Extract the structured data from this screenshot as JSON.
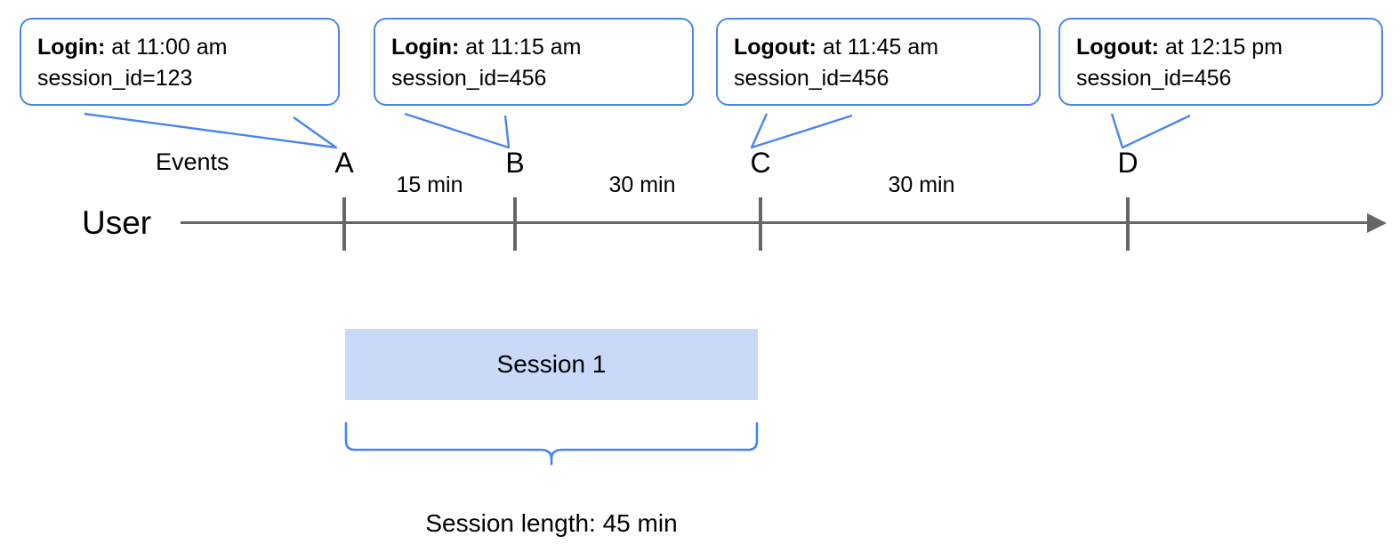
{
  "diagram": {
    "lane_labels": {
      "events": "Events",
      "user": "User"
    },
    "callouts": [
      {
        "event_name": "Login:",
        "time_text": " at 11:00 am",
        "session_text": "session_id=123"
      },
      {
        "event_name": "Login:",
        "time_text": " at 11:15 am",
        "session_text": "session_id=456"
      },
      {
        "event_name": "Logout:",
        "time_text": " at 11:45 am",
        "session_text": "session_id=456"
      },
      {
        "event_name": "Logout:",
        "time_text": " at 12:15 pm",
        "session_text": "session_id=456"
      }
    ],
    "ticks": [
      {
        "label": "A"
      },
      {
        "label": "B"
      },
      {
        "label": "C"
      },
      {
        "label": "D"
      }
    ],
    "gaps": [
      {
        "label": "15 min"
      },
      {
        "label": "30 min"
      },
      {
        "label": "30 min"
      }
    ],
    "session": {
      "bar_label": "Session 1",
      "length_caption": "Session length: 45 min"
    },
    "colors": {
      "accent_blue": "#4a86e8",
      "session_fill": "#c9daf8",
      "axis_gray": "#666666"
    }
  },
  "chart_data": {
    "type": "timeline",
    "title": "",
    "series": [
      {
        "name": "User events",
        "points": [
          {
            "tick": "A",
            "event": "Login",
            "time": "11:00 am",
            "session_id": "123"
          },
          {
            "tick": "B",
            "event": "Login",
            "time": "11:15 am",
            "session_id": "456"
          },
          {
            "tick": "C",
            "event": "Logout",
            "time": "11:45 am",
            "session_id": "456"
          },
          {
            "tick": "D",
            "event": "Logout",
            "time": "12:15 pm",
            "session_id": "456"
          }
        ]
      }
    ],
    "intervals": [
      {
        "from": "A",
        "to": "B",
        "label": "15 min"
      },
      {
        "from": "B",
        "to": "C",
        "label": "30 min"
      },
      {
        "from": "C",
        "to": "D",
        "label": "30 min"
      }
    ],
    "spans": [
      {
        "name": "Session 1",
        "from": "A",
        "to": "C",
        "length": "45 min"
      }
    ],
    "xlabel": "",
    "ylabel": "",
    "grid": false,
    "legend": "none"
  }
}
